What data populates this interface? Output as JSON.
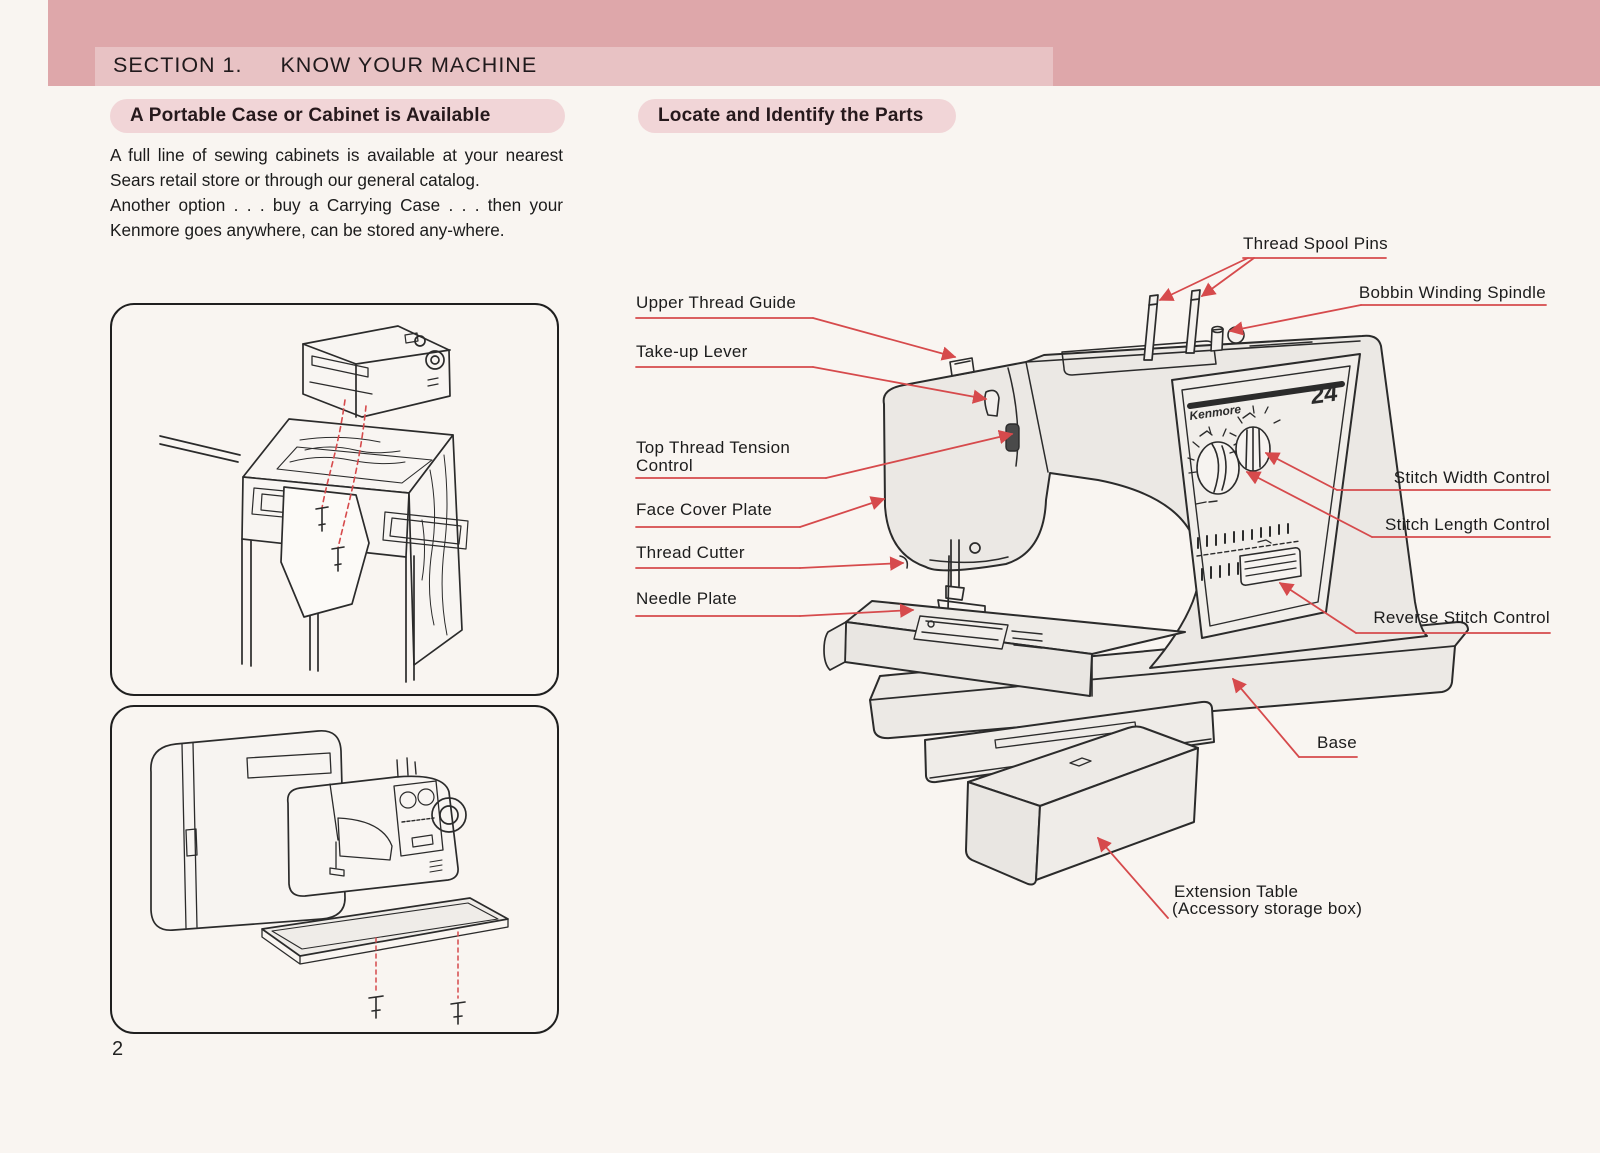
{
  "colors": {
    "band_pink": "#dea7aa",
    "strip_pink": "#e8c2c4",
    "pill_pink": "#f1d5d7",
    "accent_red": "#d64a4c",
    "page_bg": "#f9f5f1",
    "ink": "#1c1c1c"
  },
  "header": {
    "section": "SECTION 1.",
    "title": "KNOW YOUR MACHINE"
  },
  "page_number": "2",
  "left_column": {
    "heading": "A Portable Case or Cabinet is Available",
    "paragraphs": [
      "A full line of sewing cabinets is available at your nearest Sears retail store or through our general catalog.",
      "Another option . . . buy a Carrying Case . . . then your Kenmore goes anywhere, can be stored any-where."
    ]
  },
  "right_column": {
    "heading": "Locate and Identify the Parts",
    "machine": {
      "brand": "Kenmore",
      "model": "24"
    },
    "labels": {
      "thread_spool_pins": "Thread Spool Pins",
      "bobbin_winding_spindle": "Bobbin Winding Spindle",
      "upper_thread_guide": "Upper Thread Guide",
      "take_up_lever": "Take-up Lever",
      "top_thread_tension_line1": "Top Thread Tension",
      "top_thread_tension_line2": "Control",
      "face_cover_plate": "Face Cover Plate",
      "thread_cutter": "Thread Cutter",
      "needle_plate": "Needle Plate",
      "stitch_width_control": "Stitch Width Control",
      "stitch_length_control": "Stitch Length Control",
      "reverse_stitch_control": "Reverse Stitch Control",
      "base": "Base",
      "extension_table_line1": "Extension Table",
      "extension_table_line2": "(Accessory storage box)"
    }
  }
}
